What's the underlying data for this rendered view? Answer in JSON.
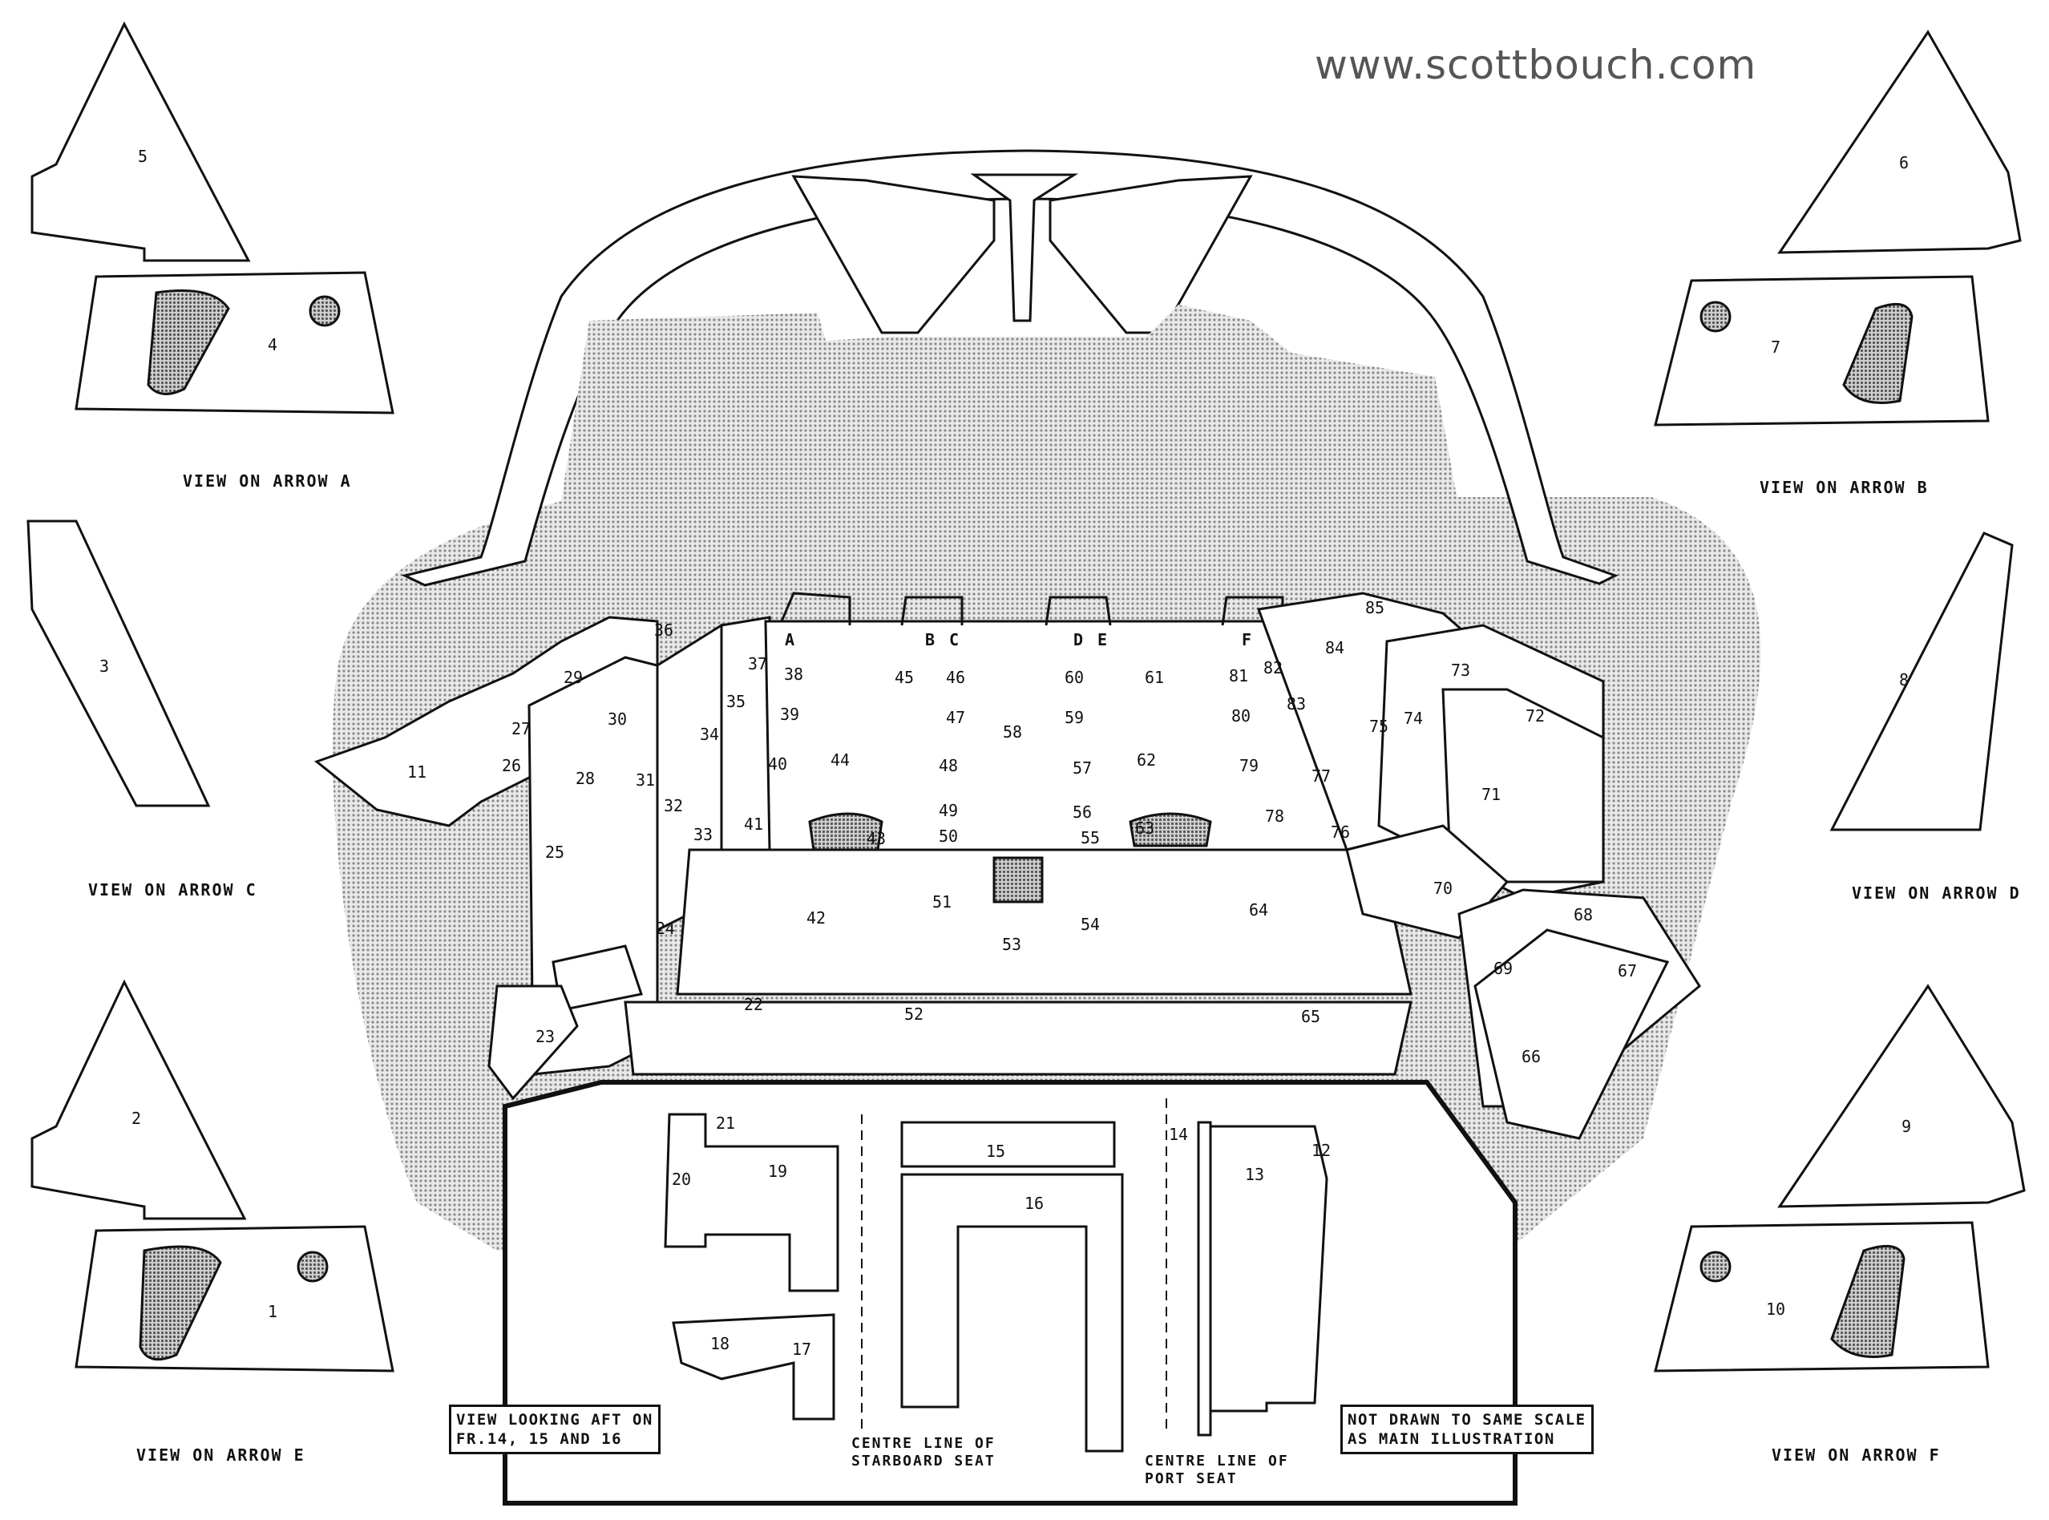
{
  "watermark": "www.scottbouch.com",
  "views": {
    "a": "VIEW ON ARROW A",
    "b": "VIEW ON ARROW B",
    "c": "VIEW ON ARROW C",
    "d": "VIEW ON ARROW D",
    "e": "VIEW ON ARROW E",
    "f": "VIEW ON ARROW F"
  },
  "inset_caption": "VIEW LOOKING AFT ON\nFR.14, 15 AND 16",
  "scale_note": "NOT DRAWN TO SAME SCALE\nAS MAIN ILLUSTRATION",
  "starboard_seat": "CENTRE LINE OF\nSTARBOARD SEAT",
  "port_seat": "CENTRE LINE OF\nPORT SEAT",
  "arrow_letters": [
    "A",
    "B",
    "C",
    "D",
    "E",
    "F"
  ],
  "part_numbers": [
    "1",
    "2",
    "3",
    "4",
    "5",
    "6",
    "7",
    "8",
    "9",
    "10",
    "11",
    "12",
    "13",
    "14",
    "15",
    "16",
    "17",
    "18",
    "19",
    "20",
    "21",
    "22",
    "23",
    "24",
    "25",
    "26",
    "27",
    "28",
    "29",
    "30",
    "31",
    "32",
    "33",
    "34",
    "35",
    "36",
    "37",
    "38",
    "39",
    "40",
    "41",
    "42",
    "43",
    "44",
    "45",
    "46",
    "47",
    "48",
    "49",
    "50",
    "51",
    "52",
    "53",
    "54",
    "55",
    "56",
    "57",
    "58",
    "59",
    "60",
    "61",
    "62",
    "63",
    "64",
    "65",
    "66",
    "67",
    "68",
    "69",
    "70",
    "71",
    "72",
    "73",
    "74",
    "75",
    "76",
    "77",
    "78",
    "79",
    "80",
    "81",
    "82",
    "83",
    "84",
    "85"
  ],
  "colors": {
    "ink": "#111111",
    "stipple": "#b9b9b9",
    "watermark": "#555555"
  }
}
